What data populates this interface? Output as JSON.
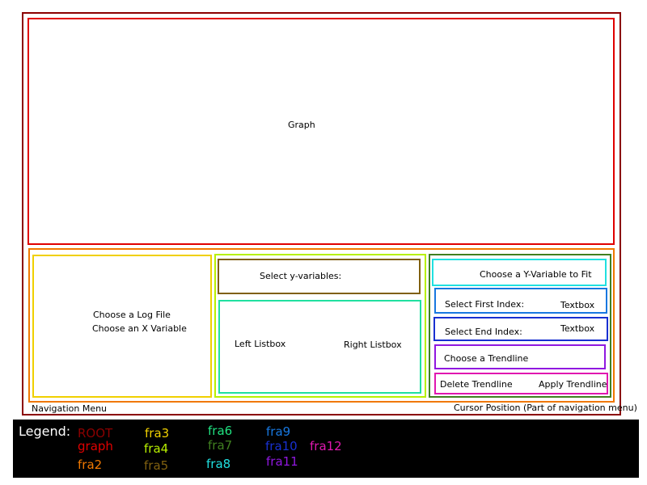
{
  "frames": {
    "graph_label": "Graph",
    "log_file_label": "Choose a Log File",
    "x_variable_label": "Choose an X Variable",
    "select_y_label": "Select y-variables:",
    "left_listbox_label": "Left Listbox",
    "right_listbox_label": "Right Listbox",
    "y_fit_label": "Choose a Y-Variable to Fit",
    "first_index_label": "Select First Index:",
    "first_index_textbox": "Textbox",
    "end_index_label": "Select End Index:",
    "end_index_textbox": "Textbox",
    "trendline_label": "Choose a Trendline",
    "delete_trendline_label": "Delete Trendline",
    "apply_trendline_label": "Apply Trendline",
    "navigation_menu_label": "Navigation Menu",
    "cursor_position_label": "Cursor Position (Part of navigation menu)"
  },
  "legend": {
    "title": "Legend:",
    "items": {
      "root": "ROOT",
      "graph": "graph",
      "fra2": "fra2",
      "fra3": "fra3",
      "fra4": "fra4",
      "fra5": "fra5",
      "fra6": "fra6",
      "fra7": "fra7",
      "fra8": "fra8",
      "fra9": "fra9",
      "fra10": "fra10",
      "fra11": "fra11",
      "fra12": "fra12"
    }
  },
  "colors": {
    "root": "#8b0000",
    "graph": "#e00000",
    "fra2": "#f07800",
    "fra3": "#f0d000",
    "fra4": "#b8f000",
    "fra5": "#806010",
    "fra6": "#20e080",
    "fra7": "#408020",
    "fra8": "#20e0e0",
    "fra9": "#1878e0",
    "fra10": "#1830d0",
    "fra11": "#9018e0",
    "fra12": "#e018b0"
  }
}
